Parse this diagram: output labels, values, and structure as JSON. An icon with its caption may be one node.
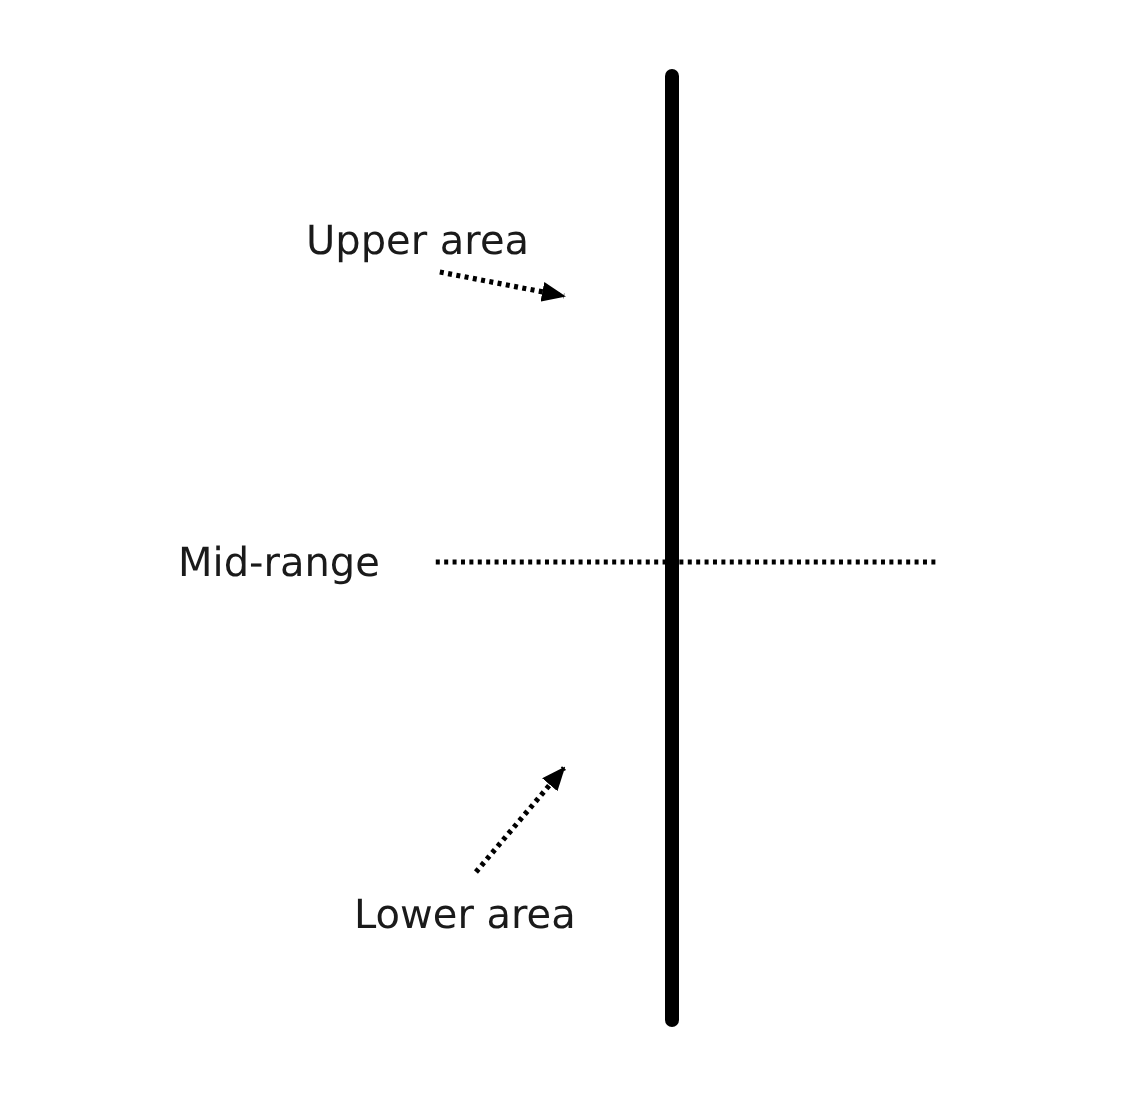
{
  "diagram": {
    "nodes": [
      {
        "text": [
          "Upper area"
        ]
      },
      {
        "text": [
          "Mid-range"
        ]
      },
      {
        "text": [
          "Lower area"
        ]
      }
    ],
    "edges": [
      {
        "from": 0,
        "to": null,
        "arrow": "to",
        "style": "dashed"
      },
      {
        "from": 1,
        "to": null,
        "arrow": "none",
        "style": "dashed"
      },
      {
        "from": 2,
        "to": null,
        "arrow": "to",
        "style": "dashed"
      }
    ]
  }
}
